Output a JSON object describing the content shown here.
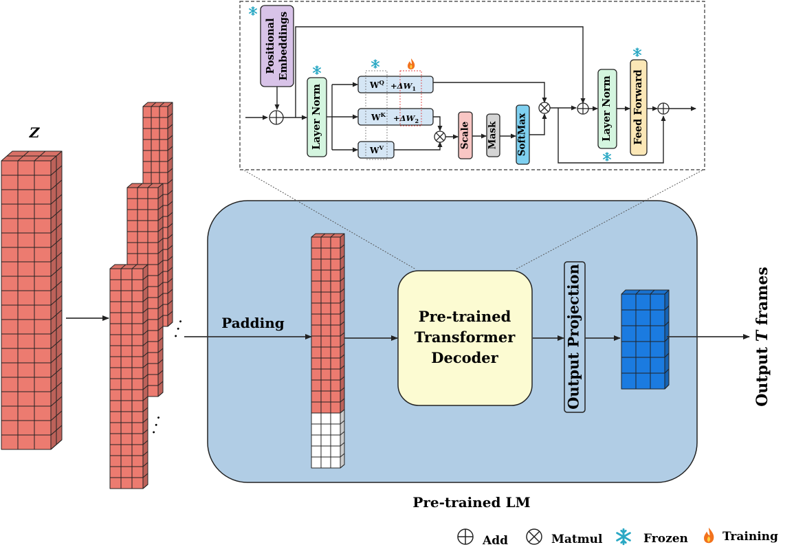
{
  "input": {
    "label": "Z"
  },
  "lm": {
    "label": "Pre-trained LM",
    "padding_label": "Padding"
  },
  "decoder": {
    "line1": "Pre-trained",
    "line2": "Transformer",
    "line3": "Decoder"
  },
  "projection": {
    "label": "Output Projection"
  },
  "output": {
    "prefix": "Output ",
    "var": "T",
    "suffix": " frames"
  },
  "inset": {
    "pos_emb_line1": "Positional",
    "pos_emb_line2": "Embeddings",
    "layer_norm": "Layer Norm",
    "wq": "W",
    "wq_sup": "Q",
    "wk": "W",
    "wk_sup": "K",
    "wv": "W",
    "wv_sup": "V",
    "dw1": "+ΔW",
    "dw1_sub": "1",
    "dw2": "+ΔW",
    "dw2_sub": "2",
    "scale": "Scale",
    "mask": "Mask",
    "softmax": "SoftMax",
    "layer_norm_2": "Layer Norm",
    "feed_forward": "Feed Forward"
  },
  "legend": {
    "add": "Add",
    "matmul": "Matmul",
    "frozen": "Frozen",
    "training": "Training"
  },
  "colors": {
    "red_cube": "#ec7b70",
    "blue_cube": "#1b7be0",
    "lm_bg": "#b1cde5",
    "decoder_bg": "#fcfbd2",
    "pos_emb": "#d8c3e8",
    "layer_norm": "#d4f5df",
    "w_box": "#d5e6f5",
    "scale": "#f8c6c4",
    "mask": "#d4d4d4",
    "softmax": "#7fd0f0",
    "feed_forward": "#fbe7b6",
    "snow": "#2aa8c4",
    "fire": "#f2721d"
  }
}
